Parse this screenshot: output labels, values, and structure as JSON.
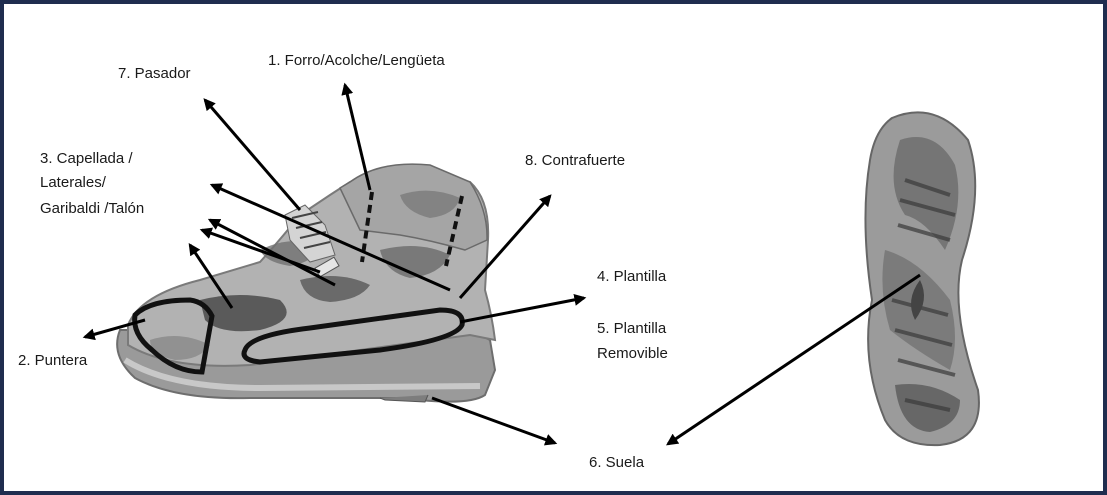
{
  "labels": {
    "forro": "1. Forro/Acolche/Lengüeta",
    "pasador": "7. Pasador",
    "capellada_1": "3. Capellada /",
    "capellada_2": "Laterales/",
    "capellada_3": "Garibaldi /Talón",
    "contrafuerte": "8. Contrafuerte",
    "plantilla": "4. Plantilla",
    "plantilla_removible_1": "5. Plantilla",
    "plantilla_removible_2": "Removible",
    "puntera": "2. Puntera",
    "suela": "6. Suela"
  },
  "colors": {
    "frame": "#1f2d4f",
    "boot_light": "#b9b9b9",
    "boot_mid": "#8e8e8e",
    "boot_dark": "#5a5a5a",
    "arrow": "#000000"
  }
}
